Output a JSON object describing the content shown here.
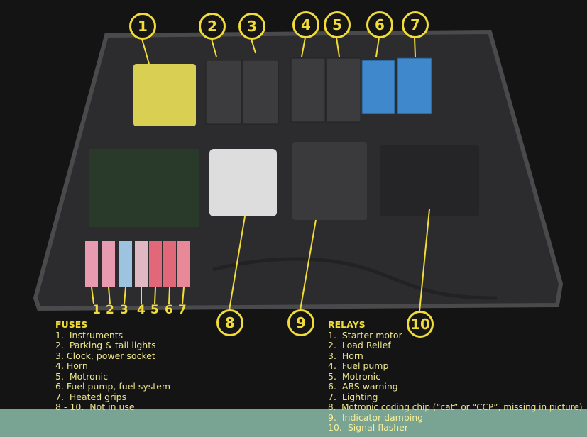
{
  "callouts": [
    "1",
    "2",
    "3",
    "4",
    "5",
    "6",
    "7",
    "8",
    "9",
    "10"
  ],
  "fuse_numbers": [
    "1",
    "2",
    "3",
    "4",
    "5",
    "6",
    "7"
  ],
  "fuses": {
    "heading": "FUSES",
    "items": [
      "1.  Instruments",
      "2.  Parking & tail lights",
      "3. Clock, power socket",
      "4. Horn",
      "5.  Motronic",
      "6. Fuel pump, fuel system",
      "7.  Heated grips",
      "8 - 10.  Not in use"
    ]
  },
  "relays": {
    "heading": "RELAYS",
    "items": [
      "1.  Starter motor",
      "2.  Load Relief",
      "3.  Horn",
      "4.  Fuel pump",
      "5.  Motronic",
      "6.  ABS warning",
      "7.  Lighting",
      "8.  Motronic coding chip (“cat” or “CCP”, missing in picture)",
      "9.  Indicator damping",
      "10.  Signal flasher"
    ]
  },
  "colors": {
    "accent": "#f1dc3a",
    "legend_text": "#ede58a",
    "strip": "#96cdb9"
  }
}
